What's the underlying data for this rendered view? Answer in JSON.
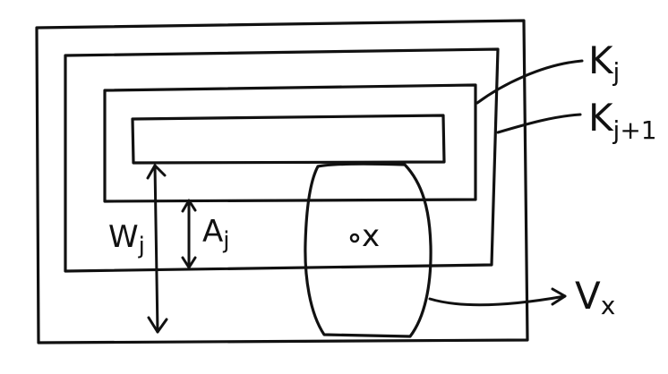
{
  "diagram": {
    "ink_color": "#111111",
    "background_color": "#ffffff",
    "labels": {
      "k_j": "K",
      "k_j_sub": "j",
      "k_j1": "K",
      "k_j1_sub": "j+1",
      "w_j": "W",
      "w_j_sub": "j",
      "a_j": "A",
      "a_j_sub": "j",
      "x_point": "x",
      "v_x": "V",
      "v_x_sub": "x"
    }
  }
}
